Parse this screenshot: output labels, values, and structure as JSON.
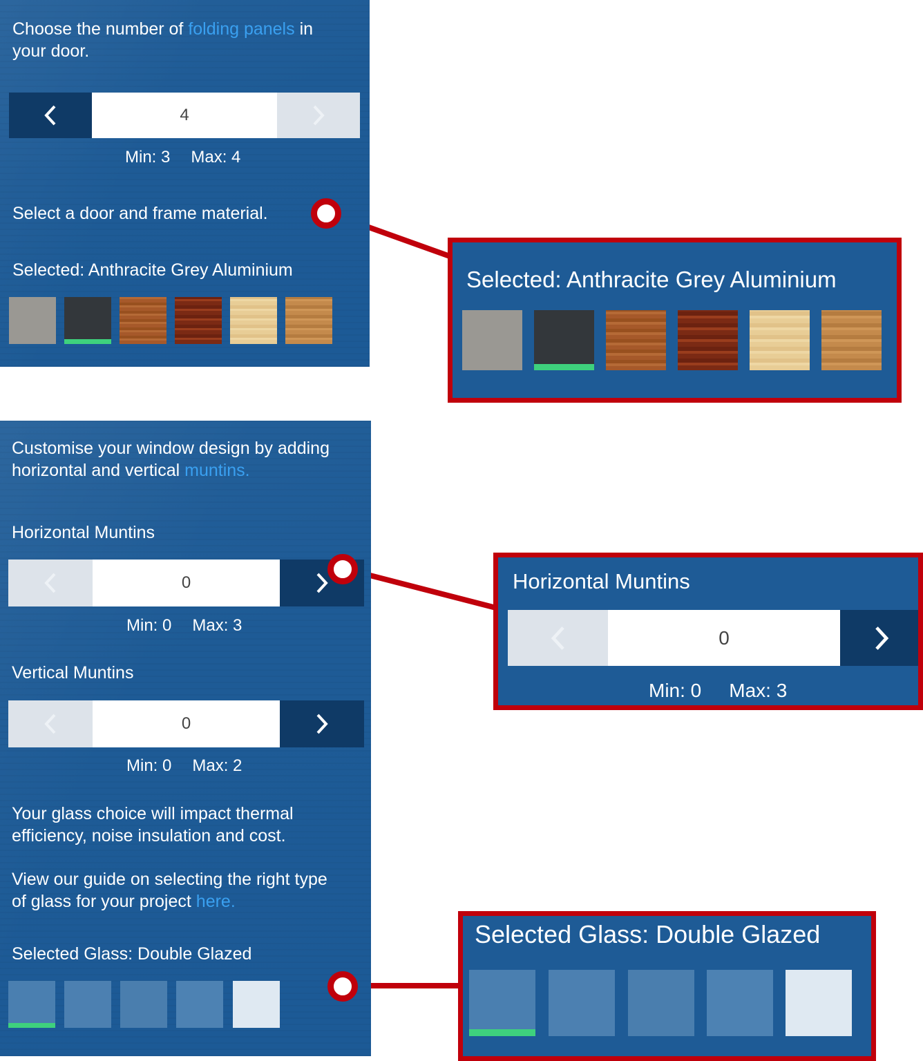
{
  "panel1": {
    "intro_part1": "Choose the number of ",
    "intro_link": "folding panels",
    "intro_part2": " in",
    "intro_line2": "your door.",
    "stepper": {
      "value": "4",
      "min_label": "Min: 3",
      "max_label": "Max: 4"
    },
    "material_prompt": "Select a door and frame material.",
    "selected_label": "Selected: Anthracite Grey Aluminium",
    "swatches": [
      {
        "name": "grey-aluminium",
        "color": "#9a9893",
        "selected": false
      },
      {
        "name": "anthracite-grey-aluminium",
        "color": "#33373b",
        "selected": true
      },
      {
        "name": "golden-oak",
        "color": "#a6592a",
        "selected": false
      },
      {
        "name": "rosewood",
        "color": "#7b2a14",
        "selected": false
      },
      {
        "name": "light-oak",
        "color": "#e8cd96",
        "selected": false
      },
      {
        "name": "irish-oak",
        "color": "#c48a4c",
        "selected": false
      }
    ]
  },
  "callout1": {
    "selected_label": "Selected: Anthracite Grey Aluminium"
  },
  "panel2": {
    "intro_line1": "Customise your window design by adding",
    "intro_line2": "horizontal and vertical ",
    "intro_link": "muntins.",
    "horizontal": {
      "label": "Horizontal Muntins",
      "value": "0",
      "min_label": "Min: 0",
      "max_label": "Max: 3"
    },
    "vertical": {
      "label": "Vertical Muntins",
      "value": "0",
      "min_label": "Min: 0",
      "max_label": "Max: 2"
    },
    "glass_text_line1": "Your glass choice will impact thermal",
    "glass_text_line2": "efficiency, noise insulation and cost.",
    "guide_line1": "View our guide on selecting the right type",
    "guide_line2": "of glass for your project ",
    "guide_link": "here.",
    "selected_glass_label": "Selected Glass: Double Glazed",
    "glass_swatches": [
      {
        "name": "double-glazed",
        "color": "#4a7fb0",
        "selected": true
      },
      {
        "name": "glass-option-2",
        "color": "#4c80b1",
        "selected": false
      },
      {
        "name": "glass-option-3",
        "color": "#4a7eae",
        "selected": false
      },
      {
        "name": "glass-option-4",
        "color": "#4d82b3",
        "selected": false
      },
      {
        "name": "glass-option-5",
        "color": "#dfe9f2",
        "selected": false
      }
    ]
  },
  "callout2": {
    "label": "Horizontal Muntins",
    "value": "0",
    "min_label": "Min: 0",
    "max_label": "Max: 3"
  },
  "callout3": {
    "selected_glass_label": "Selected Glass: Double Glazed"
  },
  "colors": {
    "panel": "#1e5b96",
    "dark_button": "#0f3a66",
    "light_button": "#dde3ea",
    "link": "#3aa0f0",
    "callout": "#c0000b",
    "selected_bar": "#3ed17d"
  }
}
